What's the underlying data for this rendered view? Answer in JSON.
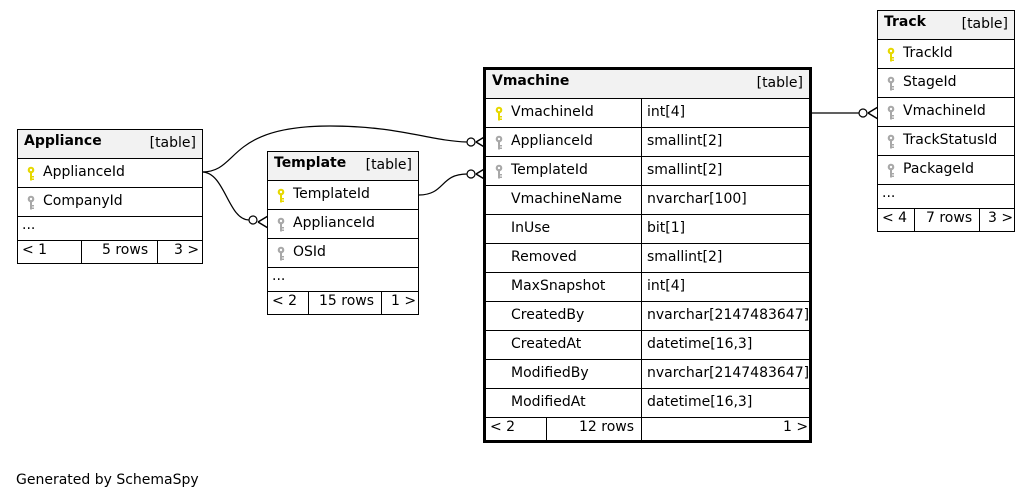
{
  "tables": {
    "appliance": {
      "name": "Appliance",
      "kind": "[table]",
      "columns": [
        {
          "name": "ApplianceId",
          "key": "primary"
        },
        {
          "name": "CompanyId",
          "key": "foreign"
        }
      ],
      "ellipsis": "...",
      "footer": {
        "parents": "< 1",
        "rows": "5 rows",
        "children": "3 >"
      }
    },
    "template": {
      "name": "Template",
      "kind": "[table]",
      "columns": [
        {
          "name": "TemplateId",
          "key": "primary"
        },
        {
          "name": "ApplianceId",
          "key": "foreign"
        },
        {
          "name": "OSId",
          "key": "foreign"
        }
      ],
      "ellipsis": "...",
      "footer": {
        "parents": "< 2",
        "rows": "15 rows",
        "children": "1 >"
      }
    },
    "vmachine": {
      "name": "Vmachine",
      "kind": "[table]",
      "columns": [
        {
          "name": "VmachineId",
          "type": "int[4]",
          "key": "primary"
        },
        {
          "name": "ApplianceId",
          "type": "smallint[2]",
          "key": "foreign"
        },
        {
          "name": "TemplateId",
          "type": "smallint[2]",
          "key": "foreign"
        },
        {
          "name": "VmachineName",
          "type": "nvarchar[100]",
          "key": ""
        },
        {
          "name": "InUse",
          "type": "bit[1]",
          "key": ""
        },
        {
          "name": "Removed",
          "type": "smallint[2]",
          "key": ""
        },
        {
          "name": "MaxSnapshot",
          "type": "int[4]",
          "key": ""
        },
        {
          "name": "CreatedBy",
          "type": "nvarchar[2147483647]",
          "key": ""
        },
        {
          "name": "CreatedAt",
          "type": "datetime[16,3]",
          "key": ""
        },
        {
          "name": "ModifiedBy",
          "type": "nvarchar[2147483647]",
          "key": ""
        },
        {
          "name": "ModifiedAt",
          "type": "datetime[16,3]",
          "key": ""
        }
      ],
      "footer": {
        "parents": "< 2",
        "rows": "12 rows",
        "children": "1 >"
      }
    },
    "track": {
      "name": "Track",
      "kind": "[table]",
      "columns": [
        {
          "name": "TrackId",
          "key": "primary"
        },
        {
          "name": "StageId",
          "key": "foreign"
        },
        {
          "name": "VmachineId",
          "key": "foreign"
        },
        {
          "name": "TrackStatusId",
          "key": "foreign"
        },
        {
          "name": "PackageId",
          "key": "foreign"
        }
      ],
      "ellipsis": "...",
      "footer": {
        "parents": "< 4",
        "rows": "7 rows",
        "children": "3 >"
      }
    }
  },
  "key_icons": {
    "primary_color": "#e6d800",
    "foreign_color": "#a8a8a8"
  },
  "credit": "Generated by SchemaSpy"
}
